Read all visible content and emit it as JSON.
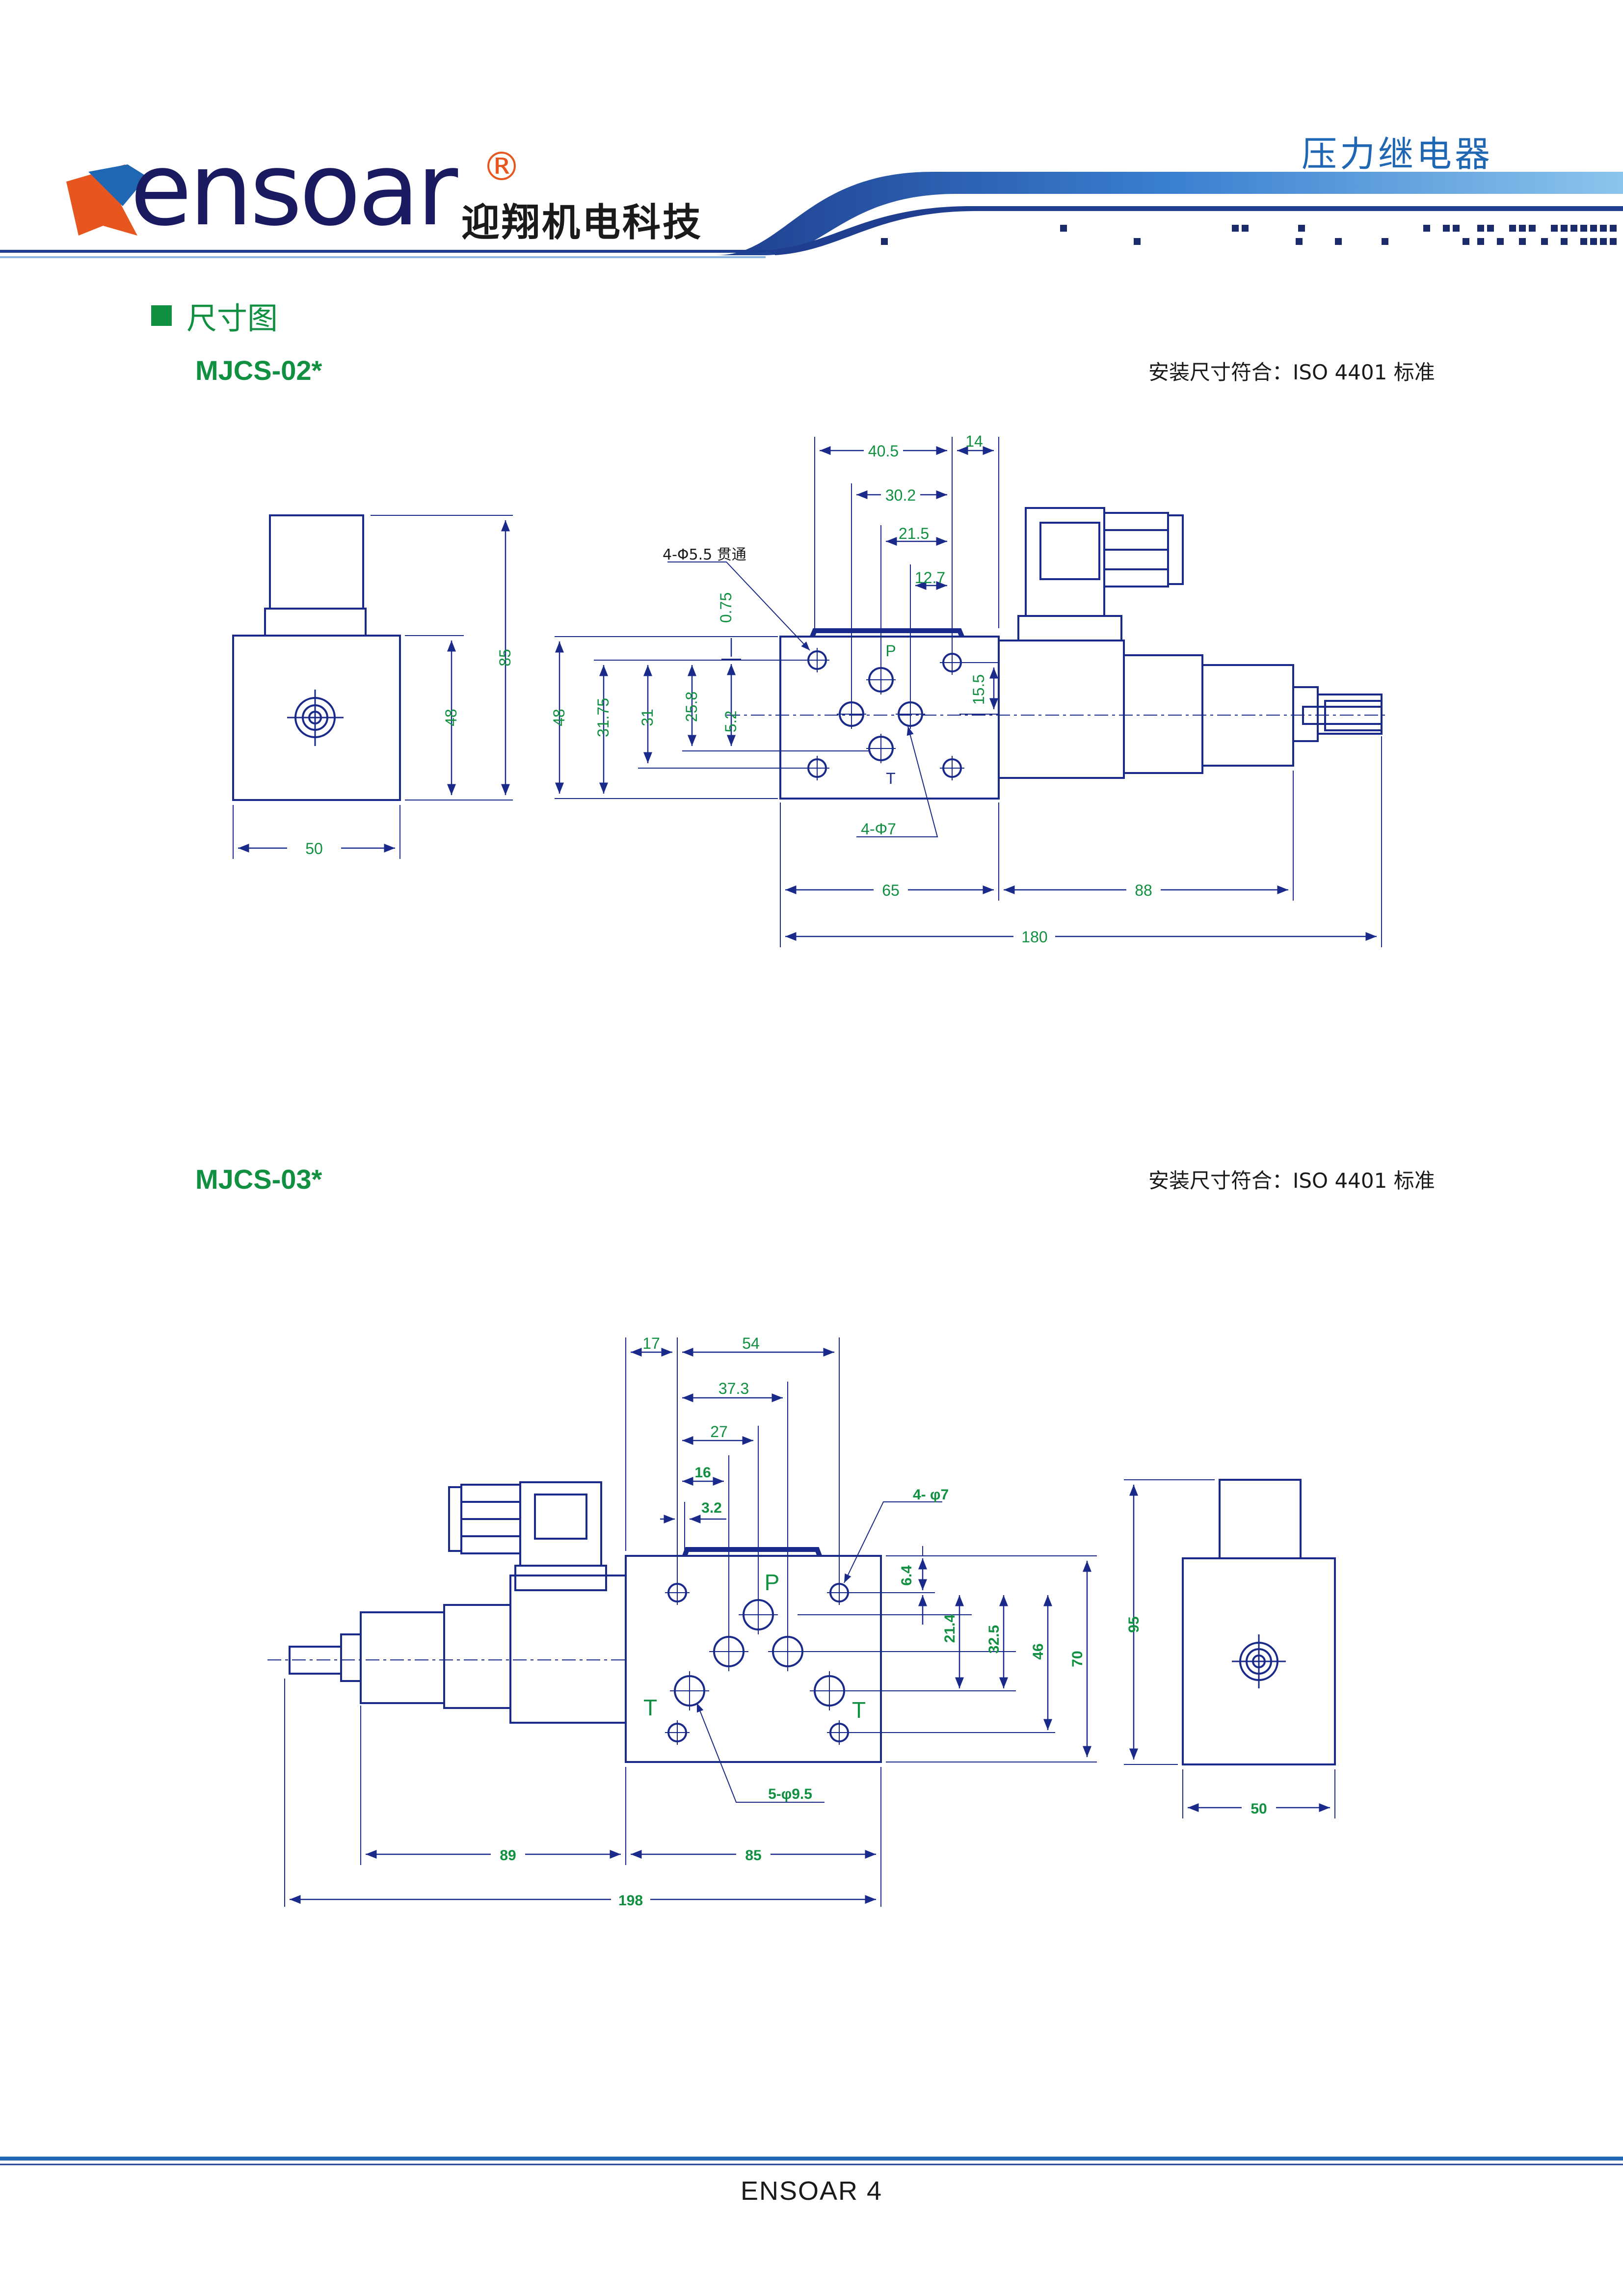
{
  "header": {
    "brand_wordmark": "ensoar",
    "registered_mark": "®",
    "brand_cn": "迎翔机电科技",
    "category": "压力继电器"
  },
  "section": {
    "title": "尺寸图"
  },
  "drawing1": {
    "model": "MJCS-02*",
    "standard": "安装尺寸符合：ISO 4401 标准",
    "side": {
      "width": "50",
      "h48": "48",
      "h85": "85"
    },
    "front": {
      "d40_5": "40.5",
      "d14": "14",
      "d30_2": "30.2",
      "d21_5": "21.5",
      "d12_7": "12.7",
      "note_holes": "4-Φ5.5 贯通",
      "d0_75": "0.75",
      "d48": "48",
      "d31_75": "31.75",
      "d31": "31",
      "d25_8": "25.8",
      "d5_2": "5.2",
      "d15_5": "15.5",
      "port_p": "P",
      "port_t": "T",
      "note_ports": "4-Φ7",
      "d65": "65",
      "d88": "88",
      "d180": "180"
    }
  },
  "drawing2": {
    "model": "MJCS-03*",
    "standard": "安装尺寸符合：ISO 4401 标准",
    "front": {
      "d17": "17",
      "d54": "54",
      "d37_3": "37.3",
      "d27": "27",
      "d16": "16",
      "d3_2": "3.2",
      "note_holes": "4- φ7",
      "d6_4": "6.4",
      "d21_4": "21.4",
      "d32_5": "32.5",
      "d46": "46",
      "d70": "70",
      "port_p": "P",
      "port_t1": "T",
      "port_t2": "T",
      "note_ports": "5-φ9.5",
      "d89": "89",
      "d85": "85",
      "d198": "198"
    },
    "side": {
      "h95": "95",
      "width": "50"
    }
  },
  "footer": {
    "text": "ENSOAR  4"
  },
  "colors": {
    "line": "#1a2a8a",
    "dimension": "#109040",
    "brand_blue": "#1f66b3",
    "brand_orange": "#e8561f"
  }
}
